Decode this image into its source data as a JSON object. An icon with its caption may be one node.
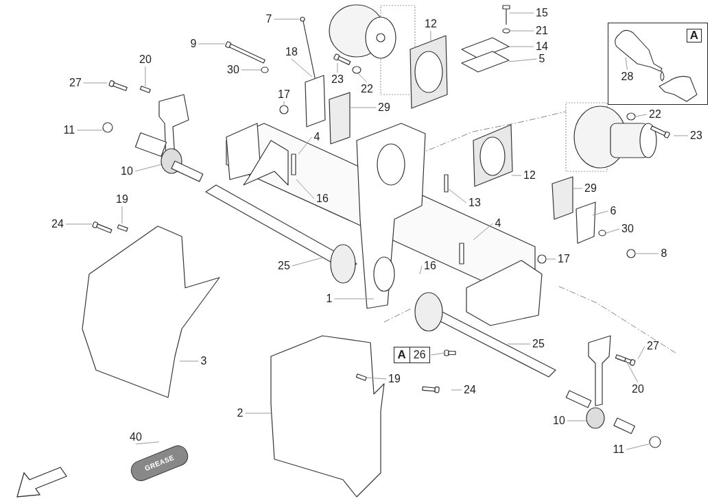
{
  "diagram": {
    "nodes": [
      {
        "text": [
          "7"
        ]
      },
      {
        "text": [
          "15"
        ]
      },
      {
        "text": [
          "12"
        ]
      },
      {
        "text": [
          "21"
        ]
      },
      {
        "text": [
          "9"
        ]
      },
      {
        "text": [
          "14"
        ]
      },
      {
        "text": [
          "5"
        ]
      },
      {
        "text": [
          "20"
        ]
      },
      {
        "text": [
          "18"
        ]
      },
      {
        "text": [
          "30"
        ]
      },
      {
        "text": [
          "23"
        ]
      },
      {
        "text": [
          "27"
        ]
      },
      {
        "text": [
          "22"
        ]
      },
      {
        "text": [
          "17"
        ]
      },
      {
        "text": [
          "29"
        ]
      },
      {
        "text": [
          "22"
        ]
      },
      {
        "text": [
          "11"
        ]
      },
      {
        "text": [
          "23"
        ]
      },
      {
        "text": [
          "4"
        ]
      },
      {
        "text": [
          "10"
        ]
      },
      {
        "text": [
          "12"
        ]
      },
      {
        "text": [
          "29"
        ]
      },
      {
        "text": [
          "16"
        ]
      },
      {
        "text": [
          "19"
        ]
      },
      {
        "text": [
          "13"
        ]
      },
      {
        "text": [
          "6"
        ]
      },
      {
        "text": [
          "24"
        ]
      },
      {
        "text": [
          "30"
        ]
      },
      {
        "text": [
          "4"
        ]
      },
      {
        "text": [
          "8"
        ]
      },
      {
        "text": [
          "17"
        ]
      },
      {
        "text": [
          "25"
        ]
      },
      {
        "text": [
          "16"
        ]
      },
      {
        "text": [
          "1"
        ]
      },
      {
        "text": [
          "25"
        ]
      },
      {
        "text": [
          "27"
        ]
      },
      {
        "text": [
          "A",
          "26"
        ]
      },
      {
        "text": [
          "3"
        ]
      },
      {
        "text": [
          "19"
        ]
      },
      {
        "text": [
          "24"
        ]
      },
      {
        "text": [
          "20"
        ]
      },
      {
        "text": [
          "2"
        ]
      },
      {
        "text": [
          "10"
        ]
      },
      {
        "text": [
          "40"
        ]
      },
      {
        "text": [
          "11"
        ]
      },
      {
        "text": [
          "A"
        ]
      },
      {
        "text": [
          "28"
        ],
        "in": 45
      },
      {
        "text": [
          "GREASE"
        ]
      }
    ],
    "edges": [
      {
        "from": 0,
        "to": null,
        "arrow": "none"
      },
      {
        "from": 1,
        "to": null,
        "arrow": "none"
      },
      {
        "from": 2,
        "to": null,
        "arrow": "none"
      },
      {
        "from": 3,
        "to": null,
        "arrow": "none"
      },
      {
        "from": 4,
        "to": null,
        "arrow": "none"
      },
      {
        "from": 5,
        "to": null,
        "arrow": "none"
      },
      {
        "from": 6,
        "to": null,
        "arrow": "none"
      },
      {
        "from": 7,
        "to": null,
        "arrow": "none"
      },
      {
        "from": 8,
        "to": null,
        "arrow": "none"
      },
      {
        "from": 9,
        "to": null,
        "arrow": "none"
      },
      {
        "from": 10,
        "to": null,
        "arrow": "none"
      },
      {
        "from": 11,
        "to": null,
        "arrow": "none"
      },
      {
        "from": 12,
        "to": null,
        "arrow": "none"
      },
      {
        "from": 13,
        "to": null,
        "arrow": "none"
      },
      {
        "from": 14,
        "to": null,
        "arrow": "none"
      },
      {
        "from": 15,
        "to": null,
        "arrow": "none"
      },
      {
        "from": 16,
        "to": null,
        "arrow": "none"
      },
      {
        "from": 17,
        "to": null,
        "arrow": "none"
      },
      {
        "from": 18,
        "to": null,
        "arrow": "none"
      },
      {
        "from": 19,
        "to": null,
        "arrow": "none"
      },
      {
        "from": 20,
        "to": null,
        "arrow": "none"
      },
      {
        "from": 21,
        "to": null,
        "arrow": "none"
      },
      {
        "from": 22,
        "to": null,
        "arrow": "none"
      },
      {
        "from": 23,
        "to": null,
        "arrow": "none"
      },
      {
        "from": 24,
        "to": null,
        "arrow": "none"
      },
      {
        "from": 25,
        "to": null,
        "arrow": "none"
      },
      {
        "from": 26,
        "to": null,
        "arrow": "none"
      },
      {
        "from": 27,
        "to": null,
        "arrow": "none"
      },
      {
        "from": 28,
        "to": null,
        "arrow": "none"
      },
      {
        "from": 29,
        "to": null,
        "arrow": "none"
      },
      {
        "from": 30,
        "to": null,
        "arrow": "none"
      },
      {
        "from": 31,
        "to": null,
        "arrow": "none"
      },
      {
        "from": 32,
        "to": null,
        "arrow": "none"
      },
      {
        "from": 33,
        "to": null,
        "arrow": "none"
      },
      {
        "from": 34,
        "to": null,
        "arrow": "none"
      },
      {
        "from": 35,
        "to": null,
        "arrow": "none"
      },
      {
        "from": 36,
        "to": null,
        "arrow": "none"
      },
      {
        "from": 37,
        "to": null,
        "arrow": "none"
      },
      {
        "from": 38,
        "to": null,
        "arrow": "none"
      },
      {
        "from": 39,
        "to": null,
        "arrow": "none"
      },
      {
        "from": 40,
        "to": null,
        "arrow": "none"
      },
      {
        "from": 41,
        "to": null,
        "arrow": "none"
      },
      {
        "from": 42,
        "to": null,
        "arrow": "none"
      },
      {
        "from": 43,
        "to": 47,
        "arrow": "none"
      },
      {
        "from": 44,
        "to": null,
        "arrow": "none"
      },
      {
        "from": 46,
        "to": null,
        "arrow": "none"
      }
    ]
  }
}
